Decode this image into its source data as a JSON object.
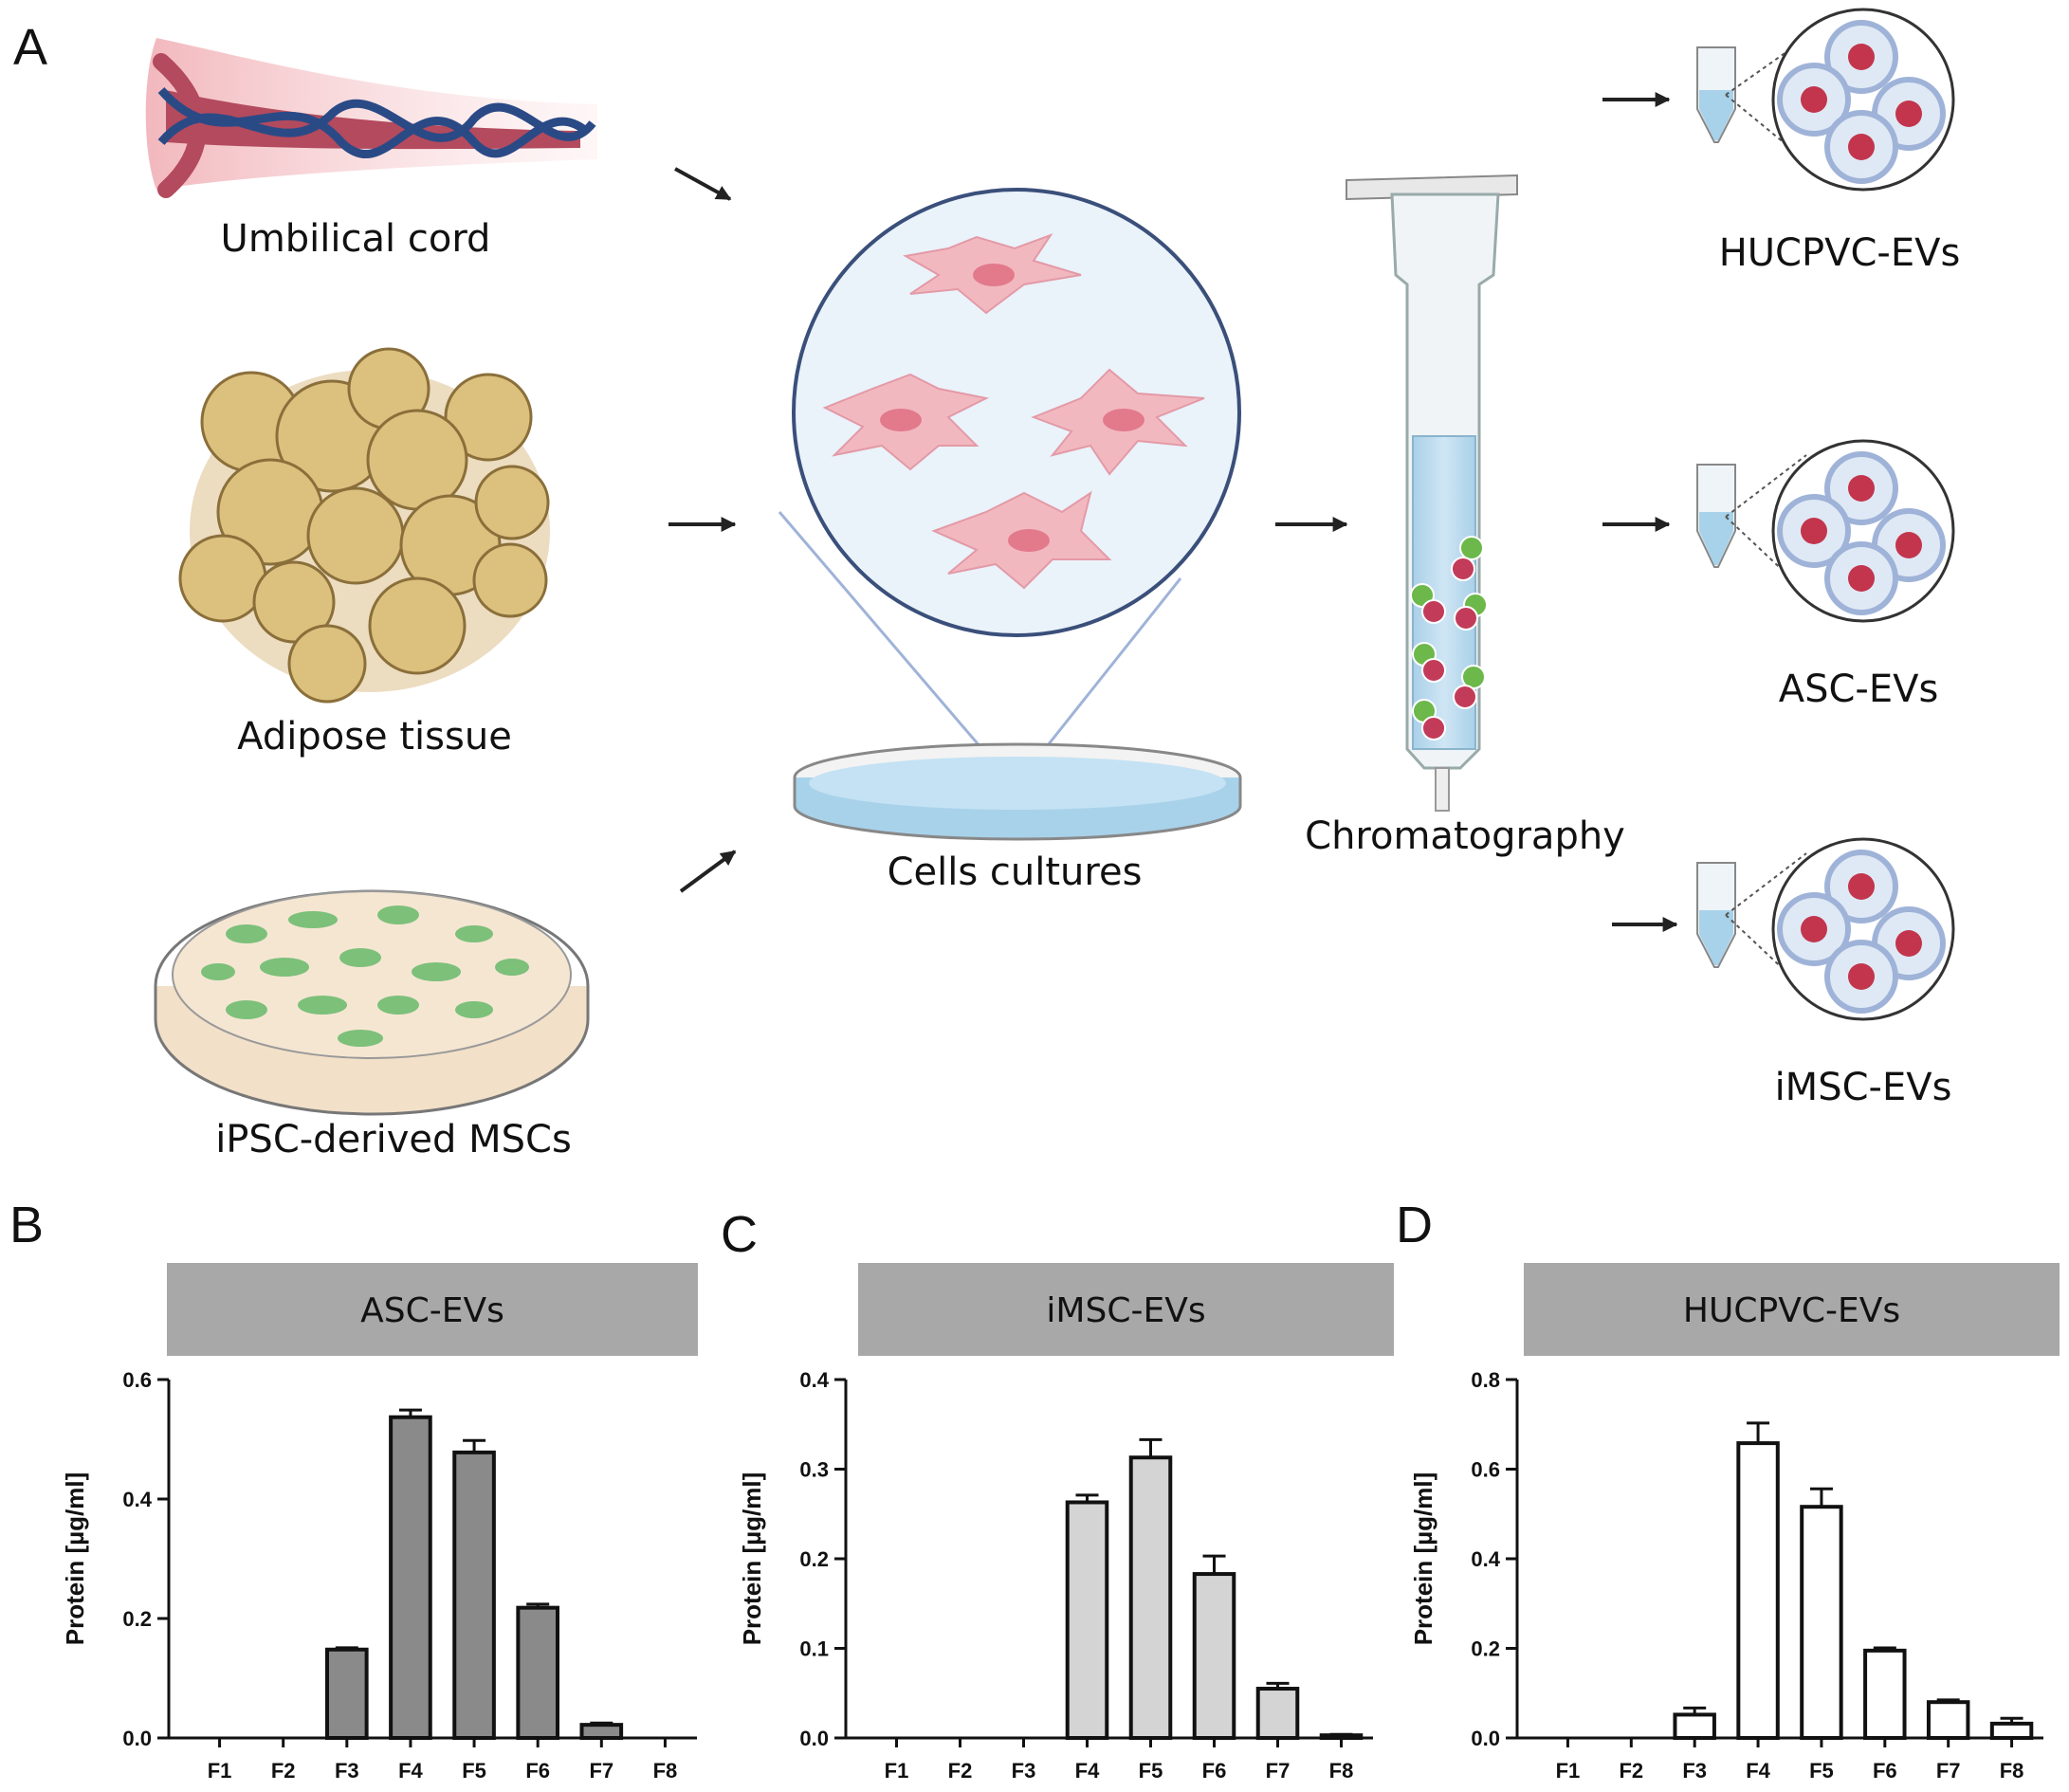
{
  "panels": {
    "a": "A",
    "b": "B",
    "c": "C",
    "d": "D"
  },
  "diagram": {
    "sources": [
      "Umbilical cord",
      "Adipose tissue",
      "iPSC-derived MSCs"
    ],
    "culture_label": "Cells cultures",
    "chromatography_label": "Chromatography",
    "outputs": [
      "HUCPVC-EVs",
      "ASC-EVs",
      "iMSC-EVs"
    ]
  },
  "colors": {
    "asc_bar": "#8a8a8a",
    "imsc_bar": "#d4d4d4",
    "hucpvc_bar": "#ffffff",
    "header_bg": "#a8a8a8",
    "cell_pink": "#f2b8c0",
    "fat_yellow": "#dcc07e",
    "column_liquid": "#bcdcee"
  },
  "chart_data": [
    {
      "type": "bar",
      "title": "ASC-EVs",
      "ylabel": "Protein [µg/ml]",
      "categories": [
        "F1",
        "F2",
        "F3",
        "F4",
        "F5",
        "F6",
        "F7",
        "F8"
      ],
      "values": [
        0,
        0,
        0.148,
        0.537,
        0.478,
        0.218,
        0.022,
        0
      ],
      "errors": [
        0,
        0,
        0.003,
        0.012,
        0.02,
        0.006,
        0.003,
        0
      ],
      "ylim": [
        0,
        0.6
      ],
      "yticks": [
        "0.0",
        "0.2",
        "0.4",
        "0.6"
      ],
      "grid": false
    },
    {
      "type": "bar",
      "title": "iMSC-EVs",
      "ylabel": "Protein [µg/ml]",
      "categories": [
        "F1",
        "F2",
        "F3",
        "F4",
        "F5",
        "F6",
        "F7",
        "F8"
      ],
      "values": [
        0,
        0,
        0,
        0.263,
        0.313,
        0.183,
        0.055,
        0.003
      ],
      "errors": [
        0,
        0,
        0,
        0.008,
        0.02,
        0.02,
        0.006,
        0.001
      ],
      "ylim": [
        0,
        0.4
      ],
      "yticks": [
        "0.0",
        "0.1",
        "0.2",
        "0.3",
        "0.4"
      ],
      "grid": false
    },
    {
      "type": "bar",
      "title": "HUCPVC-EVs",
      "ylabel": "Protein [µg/ml]",
      "categories": [
        "F1",
        "F2",
        "F3",
        "F4",
        "F5",
        "F6",
        "F7",
        "F8"
      ],
      "values": [
        0,
        0,
        0.052,
        0.658,
        0.516,
        0.195,
        0.08,
        0.032
      ],
      "errors": [
        0,
        0,
        0.015,
        0.045,
        0.04,
        0.006,
        0.005,
        0.012
      ],
      "ylim": [
        0,
        0.8
      ],
      "yticks": [
        "0.0",
        "0.2",
        "0.4",
        "0.6",
        "0.8"
      ],
      "grid": false
    }
  ]
}
